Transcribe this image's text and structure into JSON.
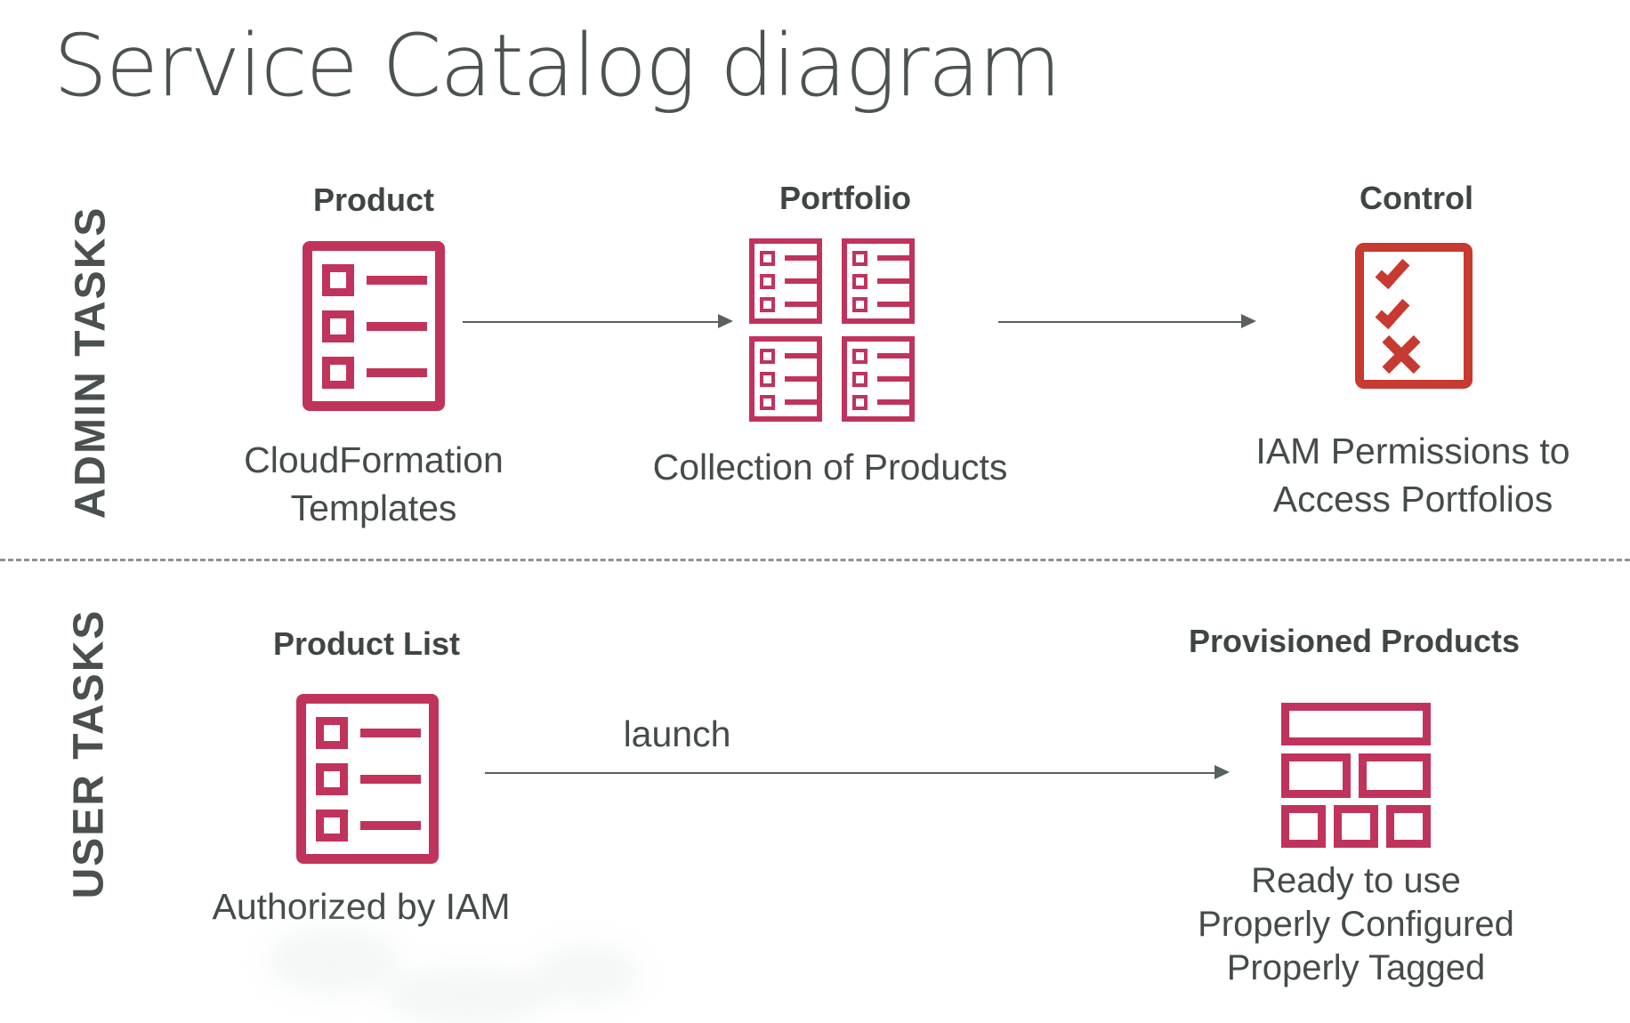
{
  "page": {
    "title_text": "Service Catalog diagram"
  },
  "colors": {
    "pink": "#C0345C",
    "red": "#C63A30",
    "text": "#454B4B",
    "heading": "#3F4545",
    "arrow": "#5A5F5F",
    "divider": "#7E7E7E"
  },
  "icons": {
    "product_icon": "document-list",
    "portfolio_icon": "grid-of-four-document-lists",
    "control_icon": "checklist-with-checks-and-x",
    "product_list_icon": "document-list",
    "provisioned_products_icon": "stacked-bricks",
    "arrow_icon": "right-arrow"
  },
  "admin": {
    "row_label": "ADMIN TASKS",
    "product": {
      "heading": "Product",
      "caption_lines": [
        "CloudFormation",
        "Templates"
      ]
    },
    "portfolio": {
      "heading": "Portfolio",
      "caption": "Collection of Products"
    },
    "control": {
      "heading": "Control",
      "caption_lines": [
        "IAM Permissions to",
        "Access Portfolios"
      ]
    }
  },
  "user": {
    "row_label": "USER TASKS",
    "product_list": {
      "heading": "Product List",
      "caption": "Authorized by IAM"
    },
    "launch_label": "launch",
    "provisioned": {
      "heading": "Provisioned Products",
      "caption_lines": [
        "Ready to use",
        "Properly Configured",
        "Properly Tagged"
      ]
    }
  }
}
